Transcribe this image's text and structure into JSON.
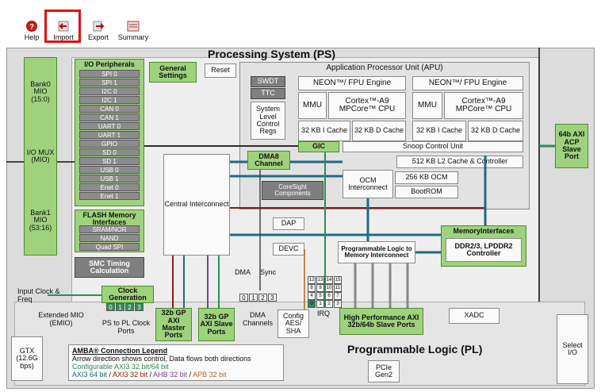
{
  "toolbar": {
    "help": "Help",
    "import": "Import",
    "export": "Export",
    "summary": "Summary"
  },
  "ps": {
    "title": "Processing System (PS)",
    "apu_title": "Application Processor Unit (APU)",
    "reset": "Reset",
    "general_settings": "General Settings",
    "swdt": "SWDT",
    "ttc": "TTC",
    "system_level": "System Level Control Regs",
    "neon": "NEON™/ FPU Engine",
    "mmu": "MMU",
    "cortex": "Cortex™-A9 MPCore™ CPU",
    "icache": "32 KB I Cache",
    "dcache": "32 KB D Cache",
    "gic": "GIC",
    "snoop": "Snoop Control Unit",
    "l2": "512 KB L2 Cache & Controller",
    "ocm_ic": "OCM Interconnect",
    "ocm": "256 KB OCM",
    "bootrom": "BootROM",
    "dma8": "DMA8 Channel",
    "coresight": "CoreSight Components",
    "dap": "DAP",
    "devc": "DEVC",
    "central": "Central Interconnect",
    "pl_to_mem": "Programmable Logic to Memory Interconnect",
    "mem_if": "MemoryInterfaces",
    "ddr": "DDR2/3, LPDDR2 Controller",
    "acp": "64b AXI ACP Slave Port"
  },
  "io": {
    "title": "I/O Peripherals",
    "items": [
      "SPI 0",
      "SPI 1",
      "I2C 0",
      "I2C 1",
      "CAN 0",
      "CAN 1",
      "UART 0",
      "UART 1",
      "GPIO",
      "SD 0",
      "SD 1",
      "USB 0",
      "USB 1",
      "Enet 0",
      "Enet 1"
    ],
    "flash_title": "FLASH Memory Interfaces",
    "flash_items": [
      "SRAM/NOR",
      "NAND",
      "Quad SPI"
    ],
    "smc": "SMC Timing Calculation",
    "bank0": "Bank0 MIO (15:0)",
    "mux": "I/O MUX (MIO)",
    "bank1": "Bank1 MIO (53:16)"
  },
  "clock": {
    "input": "Input Clock & Freq",
    "gen": "Clock Generation",
    "cells": [
      "0",
      "1",
      "2",
      "3"
    ],
    "emio": "Extended MIO (EMIO)",
    "ps_to_pl": "PS to PL Clock Ports"
  },
  "pl": {
    "title": "Programmable Logic (PL)",
    "gp_master": "32b GP AXI Master Ports",
    "gp_slave": "32b GP AXI Slave Ports",
    "dma": "DMA",
    "sync": "Sync",
    "dma_cells": [
      "0",
      "1",
      "2",
      "3"
    ],
    "dma_channels": "DMA Channels",
    "config": "Config AES/ SHA",
    "irq": "IRQ",
    "irq_cells": [
      "12",
      "13",
      "14",
      "15",
      "8",
      "9",
      "10",
      "11",
      "4",
      "5",
      "6",
      "7",
      "0",
      "1",
      "2",
      "3"
    ],
    "hp": "High Performance AXI 32b/64b Slave Ports",
    "xadc": "XADC",
    "pcie": "PCIe Gen2",
    "gtx": "GTX (12.6G bps)",
    "select_io": "Select I/O"
  },
  "legend": {
    "title": "AMBA® Connection Legend",
    "line1": "Arrow direction shows control, Data flows both directions",
    "line2": "Configurable AXI3 32 bit/64 bit",
    "axi64": "AXI3 64 bit",
    "axi32": "AXI3 32 bit",
    "ahb": "AHB 32 bit",
    "apb": "APB 32 bit",
    "sep": " / ",
    "colors": {
      "green": "#2e8b57",
      "teal": "#1f6b82",
      "red": "#8b1a1a",
      "purple": "#7a3fa0",
      "orange": "#b5651d"
    }
  }
}
